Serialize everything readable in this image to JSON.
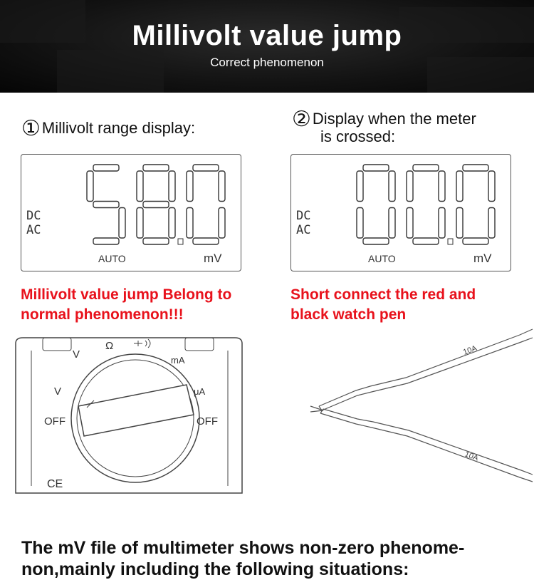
{
  "header": {
    "title": "Millivolt value jump",
    "subtitle": "Correct phenomenon"
  },
  "panel_left": {
    "number": "①",
    "caption": "Millivolt range display:",
    "reading": "58.0",
    "mode_dc": "DC",
    "mode_ac": "AC",
    "auto": "AUTO",
    "unit": "mV",
    "note_line1": "Millivolt value jump Belong to",
    "note_line2": "normal phenomenon!!!"
  },
  "panel_right": {
    "number": "②",
    "caption_line1": "Display when the meter",
    "caption_line2": "is crossed:",
    "reading": "00.0",
    "mode_dc": "DC",
    "mode_ac": "AC",
    "auto": "AUTO",
    "unit": "mV",
    "note_line1": "Short connect the red and",
    "note_line2": "black watch pen"
  },
  "meter": {
    "label_v_ac": "V",
    "label_ohm": "Ω",
    "label_ma": "mA",
    "label_v_dc": "V",
    "label_ua": "μA",
    "label_off_left": "OFF",
    "label_off_right": "OFF",
    "label_ce": "CE"
  },
  "probes": {
    "label_top": "10A",
    "label_bottom": "10A"
  },
  "footer": {
    "line1": "The mV file of multimeter shows non-zero phenome-",
    "line2": "non,mainly including the following situations:"
  }
}
